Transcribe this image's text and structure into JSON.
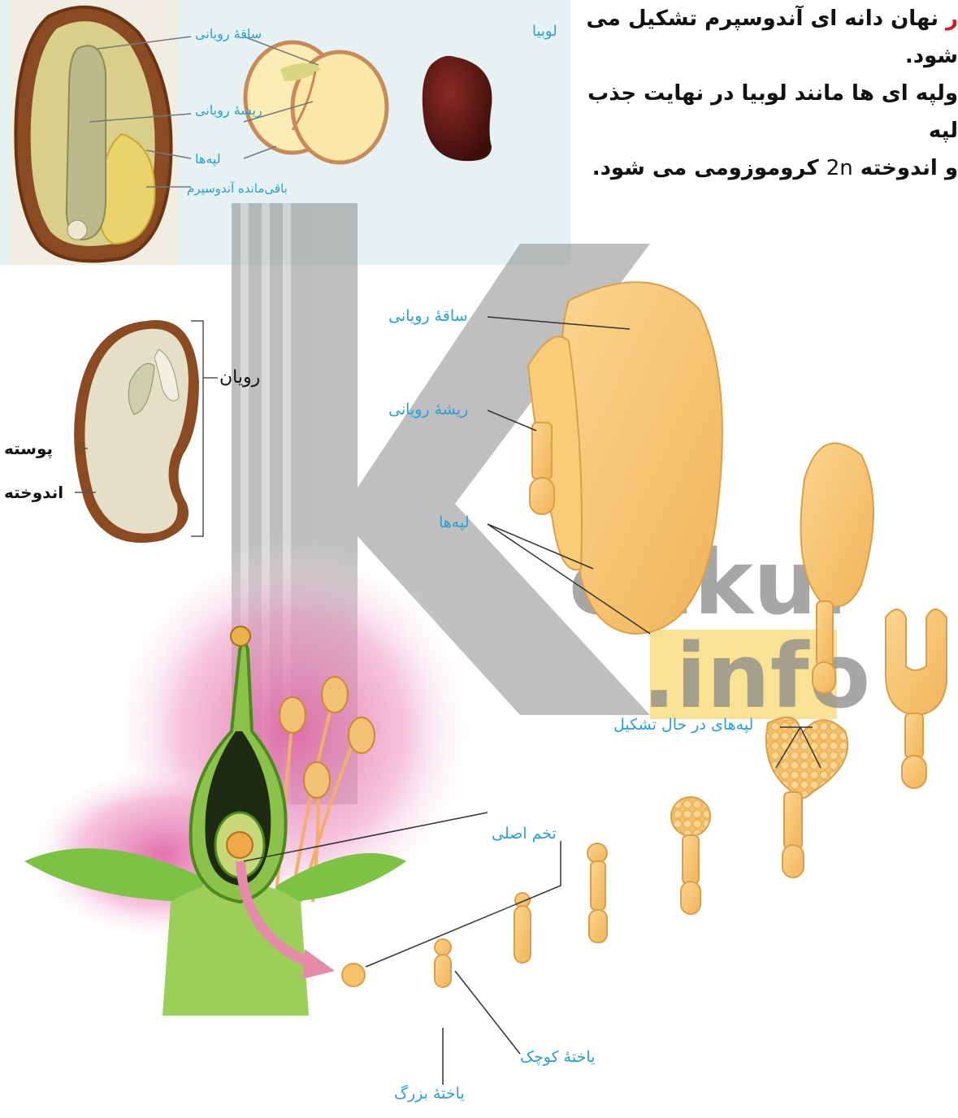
{
  "caption": {
    "line1_red": "ر",
    "line1": " نهان دانه ای آندوسپرم تشکیل می شود.",
    "line2": "ولپه ای ها مانند لوبیا در نهایت جذب لپه",
    "line3_a": " و اندوخته ",
    "line3_2n": "2n",
    "line3_b": " کروموزومی می شود."
  },
  "top_panel": {
    "bean_title": "لوبیا",
    "corn_labels": {
      "embryonic_stem": "ساقهٔ رویانی",
      "embryonic_root": "ریشهٔ رویانی",
      "cotyledons": "لپه‌ها",
      "endosperm_remnant": "باقی‌مانده آندوسپرم"
    }
  },
  "bean_seed": {
    "embryo": "رویان",
    "coat": "پوسته",
    "reserve": "اندوخته"
  },
  "development": {
    "embryonic_stem": "ساقهٔ رویانی",
    "embryonic_root": "ریشهٔ رویانی",
    "cotyledons": "لپه‌ها",
    "forming_cotyledons": "لپه‌های در حال تشکیل",
    "zygote": "تخم اصلی",
    "small_cell": "یاختهٔ کوچک",
    "large_cell": "یاختهٔ بزرگ"
  },
  "watermark": {
    "text1": "onkur",
    "text2": ".info"
  },
  "colors": {
    "label_blue": "#2a9fd6",
    "embryo_fill": "#f6c26a",
    "embryo_stroke": "#d9a04a",
    "watermark_gray": "#7a7a7a",
    "watermark_orange": "#f3c21c",
    "flower_pink": "#e58bb6",
    "leaf_green": "#7cc243"
  }
}
